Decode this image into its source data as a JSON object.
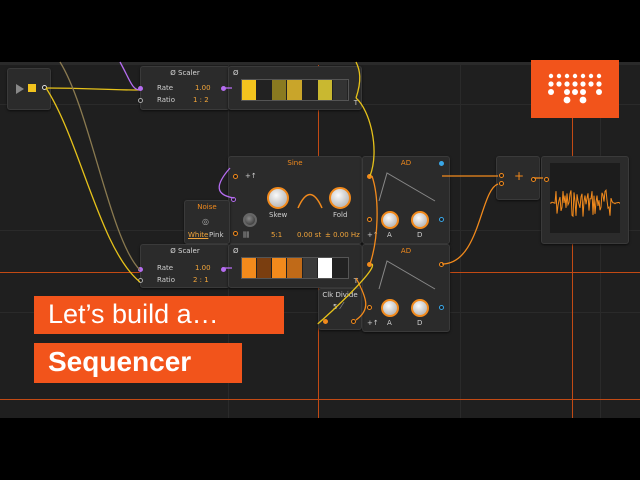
{
  "brand": {
    "logo": "bitwig-logo",
    "color": "#f2541b"
  },
  "transport": {
    "play": "play-icon",
    "stop": "stop-icon"
  },
  "scaler_top": {
    "title": "Ø Scaler",
    "rate_label": "Rate",
    "rate_value": "1.00",
    "ratio_label": "Ratio",
    "ratio_value": "1 : 2"
  },
  "seq_top": {
    "title": "Ø",
    "t_label": "T",
    "steps": [
      "#f2c31e",
      "#222",
      "#8a7a20",
      "#c9a52a",
      "#222",
      "#c9b830",
      "#333"
    ]
  },
  "sine": {
    "title": "Sine",
    "pitch_label": "+↑",
    "skew_label": "Skew",
    "fold_label": "Fold",
    "ratio_value": "5:1",
    "semitone_value": "0.00 st",
    "hz_value": "± 0.00 Hz"
  },
  "noise": {
    "title": "Noise",
    "white_label": "White",
    "pink_label": "Pink"
  },
  "ad_top": {
    "title": "AD",
    "a_label": "A",
    "d_label": "D",
    "pitch_label": "+↑"
  },
  "ad_bottom": {
    "title": "AD",
    "a_label": "A",
    "d_label": "D",
    "pitch_label": "+↑"
  },
  "mixer": {
    "symbol": "+"
  },
  "scaler_bottom": {
    "title": "Ø Scaler",
    "rate_label": "Rate",
    "rate_value": "1.00",
    "ratio_label": "Ratio",
    "ratio_value": "2 : 1"
  },
  "seq_bottom": {
    "title": "Ø",
    "t_label": "T",
    "steps": [
      "#f28a1c",
      "#7a3e10",
      "#f28a1c",
      "#c06a18",
      "#3a3a3a",
      "#ffffff",
      "#222"
    ]
  },
  "clk_divide": {
    "title": "Clk Divide",
    "value": "5"
  },
  "banner": {
    "line1": "Let’s build a…",
    "line2": "Sequencer"
  }
}
